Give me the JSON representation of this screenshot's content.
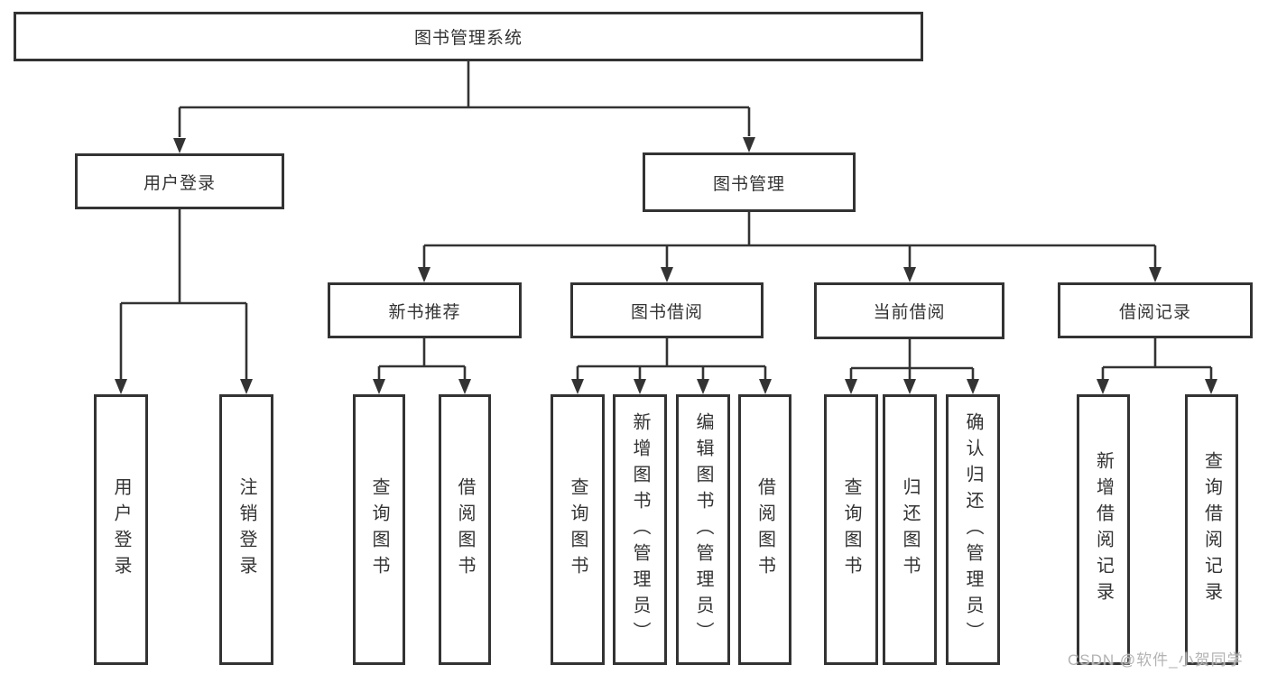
{
  "diagram": {
    "title": "图书管理系统",
    "root": {
      "label": "图书管理系统"
    },
    "level2": [
      {
        "id": "user-login",
        "label": "用户登录"
      },
      {
        "id": "book-management",
        "label": "图书管理"
      }
    ],
    "level3": [
      {
        "id": "new-book-recommend",
        "label": "新书推荐"
      },
      {
        "id": "book-borrow",
        "label": "图书借阅"
      },
      {
        "id": "current-borrow",
        "label": "当前借阅"
      },
      {
        "id": "borrow-records",
        "label": "借阅记录"
      }
    ],
    "leaves": {
      "user_login": [
        {
          "label": "用户登录"
        },
        {
          "label": "注销登录"
        }
      ],
      "new_books": [
        {
          "label": "查询图书"
        },
        {
          "label": "借阅图书"
        }
      ],
      "book_borrow": [
        {
          "label": "查询图书"
        },
        {
          "label": "新增图书（管理员）"
        },
        {
          "label": "编辑图书（管理员）"
        },
        {
          "label": "借阅图书"
        }
      ],
      "current_borrow": [
        {
          "label": "查询图书"
        },
        {
          "label": "归还图书"
        },
        {
          "label": "确认归还（管理员）"
        }
      ],
      "borrow_records": [
        {
          "label": "新增借阅记录"
        },
        {
          "label": "查询借阅记录"
        }
      ]
    },
    "watermark": "CSDN @软件_小贺同学",
    "colors": {
      "line": "#333333",
      "border": "#333333",
      "text": "#333333",
      "watermark": "#b3b3b3",
      "background": "#ffffff"
    }
  }
}
